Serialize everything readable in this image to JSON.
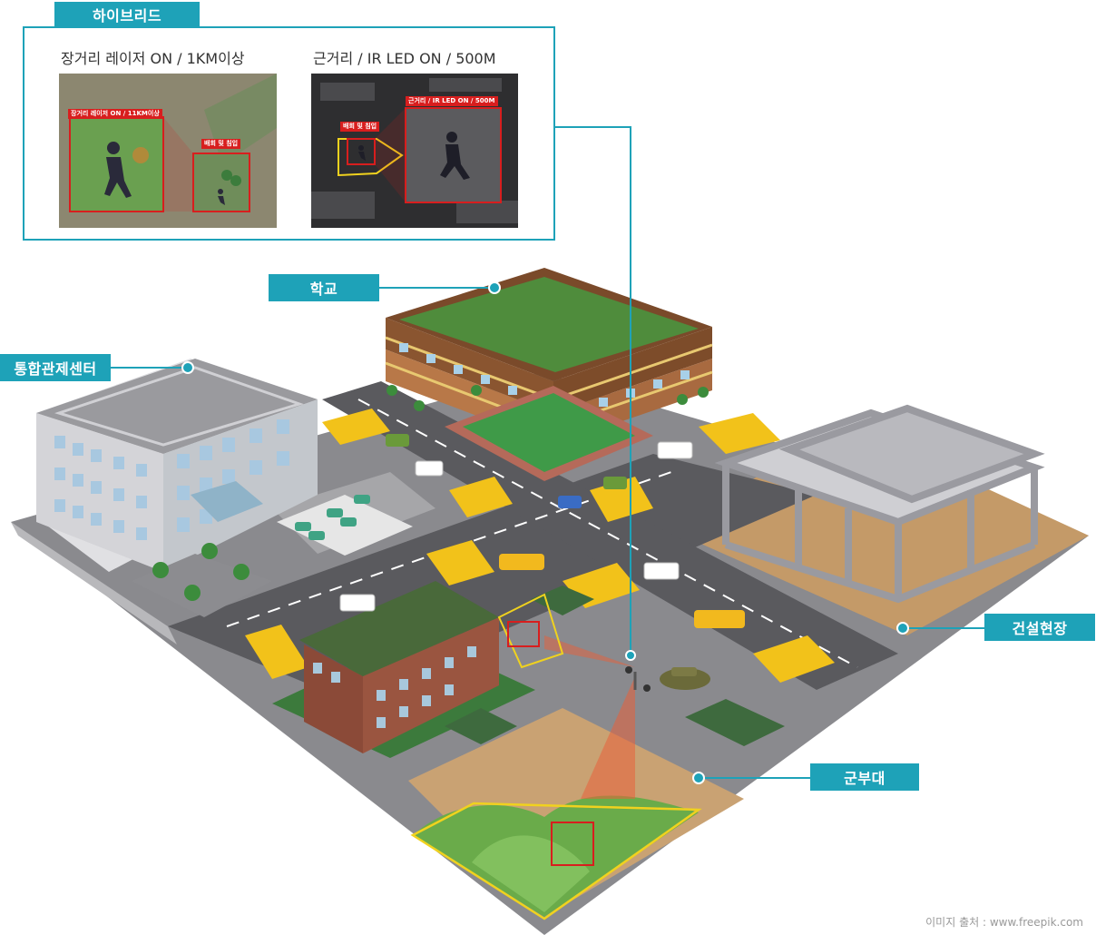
{
  "hybrid": {
    "tag": "하이브리드",
    "long_range_title": "장거리 레이저 ON / 1KM이상",
    "short_range_title": "근거리 / IR LED ON / 500M",
    "long_range_label": "장거리 레이저 ON / 11KM이상",
    "long_range_intrude": "배회 및 침입",
    "short_range_label": "근거리 / IR LED ON / 500M",
    "short_range_intrude": "배회 및 침입"
  },
  "labels": {
    "school": "학교",
    "control_center": "통합관제센터",
    "construction": "건설현장",
    "military": "군부대"
  },
  "colors": {
    "accent": "#1ea2b8",
    "alert_red": "#d81e1e",
    "zone_yellow": "#f0d21e",
    "road": "#5a5a5e",
    "ground": "#c49a68",
    "grass": "#6aab4a"
  },
  "credit": "이미지 출처 : www.freepik.com"
}
